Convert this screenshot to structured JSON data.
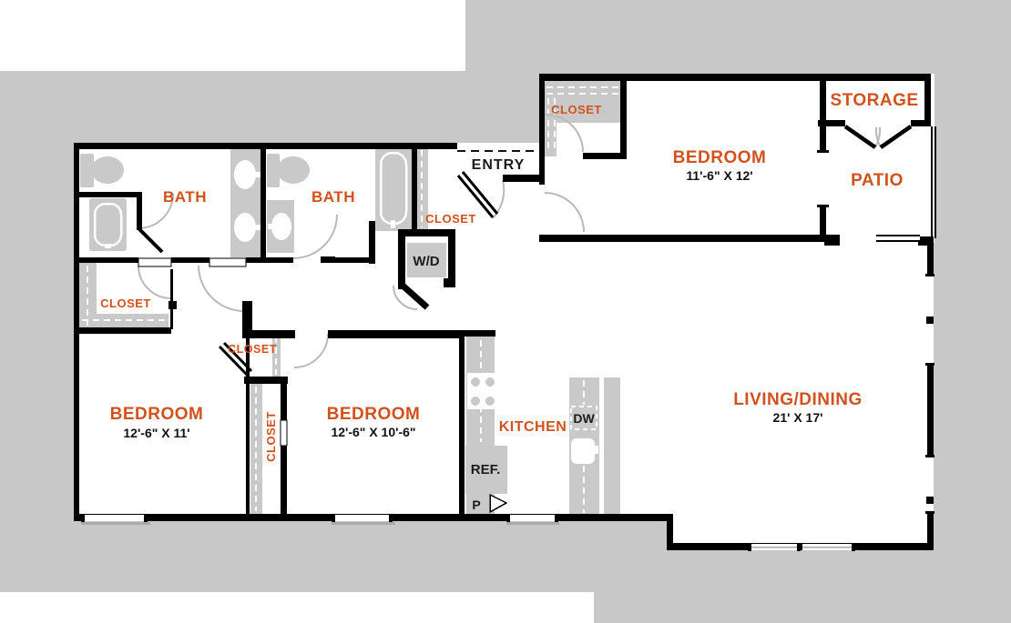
{
  "colors": {
    "background_gray": "#c8c8c8",
    "floor_white": "#ffffff",
    "wall_black": "#000000",
    "accent_orange": "#d3511c",
    "dark_text": "#1c1c1c",
    "fixture_gray": "#c9c9c9",
    "door_arc_gray": "#b9b9b9"
  },
  "rooms": {
    "bath1": {
      "label": "BATH"
    },
    "bath2": {
      "label": "BATH"
    },
    "bedroom_top": {
      "label": "BEDROOM",
      "dims": "11'-6\" X 12'"
    },
    "bedroom_left": {
      "label": "BEDROOM",
      "dims": "12'-6\" X 11'"
    },
    "bedroom_mid": {
      "label": "BEDROOM",
      "dims": "12'-6\" X 10'-6\""
    },
    "living": {
      "label": "LIVING/DINING",
      "dims": "21' X 17'"
    },
    "kitchen": {
      "label": "KITCHEN"
    },
    "storage": {
      "label": "STORAGE"
    },
    "patio": {
      "label": "PATIO"
    },
    "entry": {
      "label": "ENTRY"
    }
  },
  "closets": {
    "bath1_closet": {
      "label": "CLOSET"
    },
    "entry_closet": {
      "label": "CLOSET"
    },
    "bedroom_top_closet": {
      "label": "CLOSET"
    },
    "hall_closet": {
      "label": "CLOSET"
    },
    "between_bedrooms_closet": {
      "label": "CLOSET"
    }
  },
  "appliances": {
    "washer_dryer": {
      "label": "W/D"
    },
    "dishwasher": {
      "label": "DW"
    },
    "refrigerator": {
      "label": "REF."
    },
    "pantry": {
      "label": "P"
    }
  }
}
